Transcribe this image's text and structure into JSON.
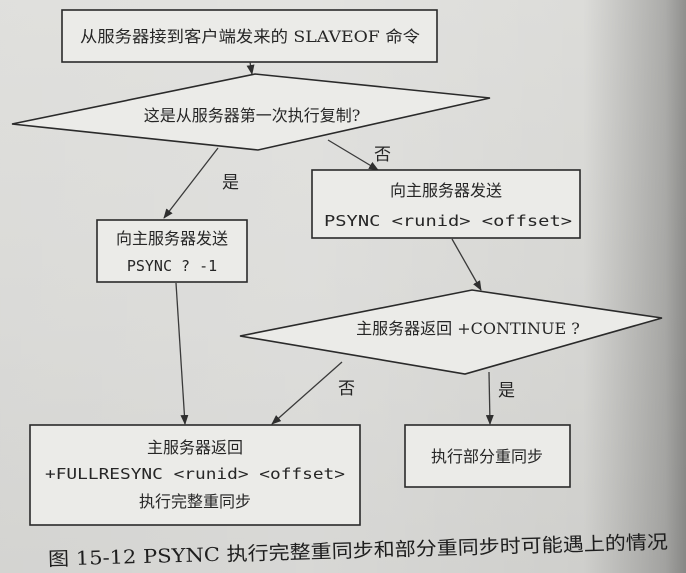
{
  "flowchart": {
    "start": "从服务器接到客户端发来的 SLAVEOF 命令",
    "decision_first_replication": {
      "question": "这是从服务器第一次执行复制?",
      "yes_label": "是",
      "no_label": "否"
    },
    "full_request": {
      "line1": "向主服务器发送",
      "line2": "PSYNC ? -1"
    },
    "partial_request": {
      "line1": "向主服务器发送",
      "line2": "PSYNC <runid> <offset>"
    },
    "decision_continue": {
      "question": "主服务器返回 +CONTINUE ?",
      "yes_label": "是",
      "no_label": "否"
    },
    "full_resync": {
      "line1": "主服务器返回",
      "line2": "+FULLRESYNC <runid> <offset>",
      "line3": "执行完整重同步"
    },
    "partial_resync": {
      "line1": "执行部分重同步"
    }
  },
  "figure": {
    "caption": "图 15-12 PSYNC 执行完整重同步和部分重同步时可能遇上的情况"
  },
  "colors": {
    "paper": "#d7d7d4",
    "ink": "#2a2a2a",
    "box_fill": "#ebebe8"
  }
}
